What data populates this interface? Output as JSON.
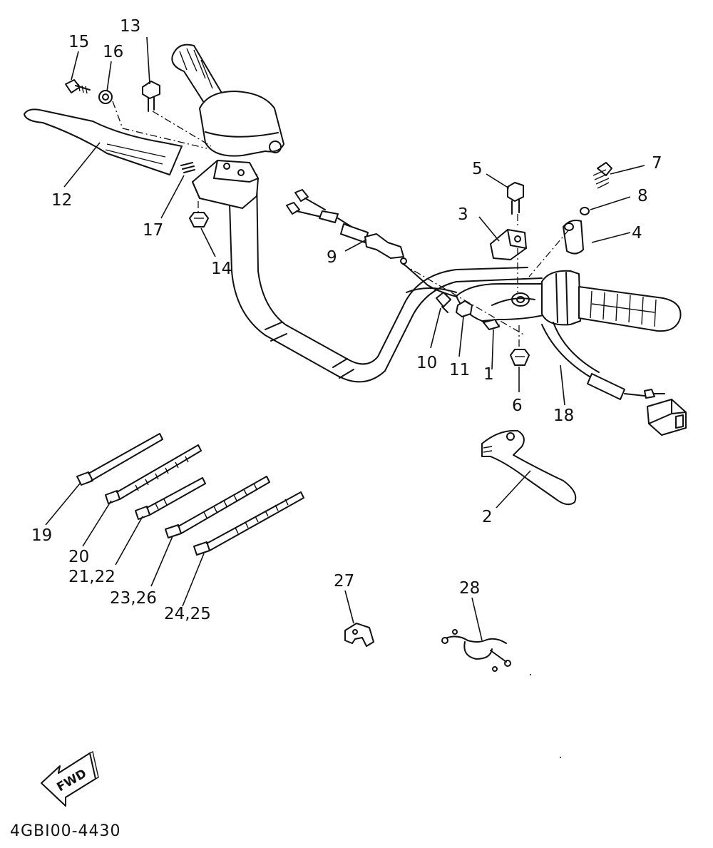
{
  "diagram": {
    "part_code": "4GBI00-4430",
    "fwd_label": "FWD",
    "callouts": [
      {
        "id": "c1",
        "label": "1"
      },
      {
        "id": "c2",
        "label": "2"
      },
      {
        "id": "c3",
        "label": "3"
      },
      {
        "id": "c4",
        "label": "4"
      },
      {
        "id": "c5",
        "label": "5"
      },
      {
        "id": "c6",
        "label": "6"
      },
      {
        "id": "c7",
        "label": "7"
      },
      {
        "id": "c8",
        "label": "8"
      },
      {
        "id": "c9",
        "label": "9"
      },
      {
        "id": "c10",
        "label": "10"
      },
      {
        "id": "c11",
        "label": "11"
      },
      {
        "id": "c12",
        "label": "12"
      },
      {
        "id": "c13",
        "label": "13"
      },
      {
        "id": "c14",
        "label": "14"
      },
      {
        "id": "c15",
        "label": "15"
      },
      {
        "id": "c16",
        "label": "16"
      },
      {
        "id": "c17",
        "label": "17"
      },
      {
        "id": "c18",
        "label": "18"
      },
      {
        "id": "c19",
        "label": "19"
      },
      {
        "id": "c20",
        "label": "20"
      },
      {
        "id": "c2122",
        "label": "21,22"
      },
      {
        "id": "c2326",
        "label": "23,26"
      },
      {
        "id": "c2425",
        "label": "24,25"
      },
      {
        "id": "c27",
        "label": "27"
      },
      {
        "id": "c28",
        "label": "28"
      }
    ]
  }
}
